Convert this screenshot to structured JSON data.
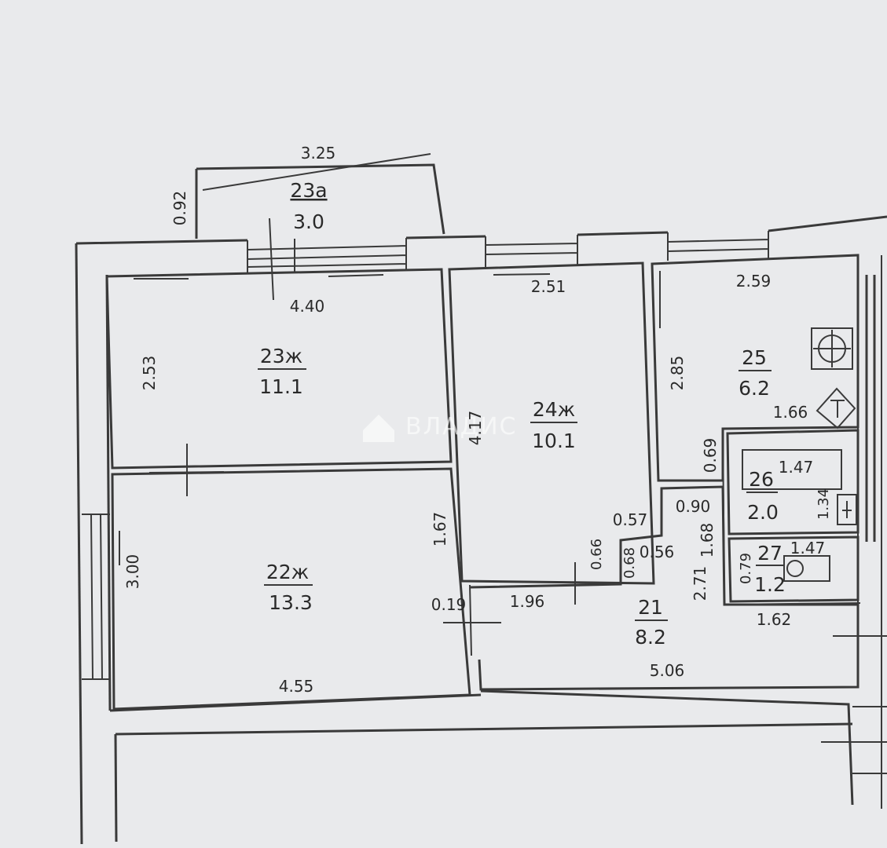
{
  "watermark": {
    "text": "ВЛАДИС",
    "icon": "house-logo-icon"
  },
  "rooms": {
    "r23a": {
      "num": "23а",
      "area": "3.0"
    },
    "r23": {
      "num": "23ж",
      "area": "11.1"
    },
    "r24": {
      "num": "24ж",
      "area": "10.1"
    },
    "r25": {
      "num": "25",
      "area": "6.2"
    },
    "r26": {
      "num": "26",
      "area": "2.0"
    },
    "r27": {
      "num": "27",
      "area": "1.2"
    },
    "r22": {
      "num": "22ж",
      "area": "13.3"
    },
    "r21": {
      "num": "21",
      "area": "8.2"
    }
  },
  "dims": {
    "d325": "3.25",
    "d092": "0.92",
    "d440": "4.40",
    "d253": "2.53",
    "d251": "2.51",
    "d417": "4.17",
    "d259": "2.59",
    "d285": "2.85",
    "d166": "1.66",
    "d069": "0.69",
    "d147a": "1.47",
    "d134": "1.34",
    "d090": "0.90",
    "d168": "1.68",
    "d147b": "1.47",
    "d079": "0.79",
    "d271": "2.71",
    "d162": "1.62",
    "d167": "1.67",
    "d057": "0.57",
    "d066": "0.66",
    "d068": "0.68",
    "d056": "0.56",
    "d019": "0.19",
    "d196": "1.96",
    "d300": "3.00",
    "d455": "4.55",
    "d506": "5.06"
  }
}
